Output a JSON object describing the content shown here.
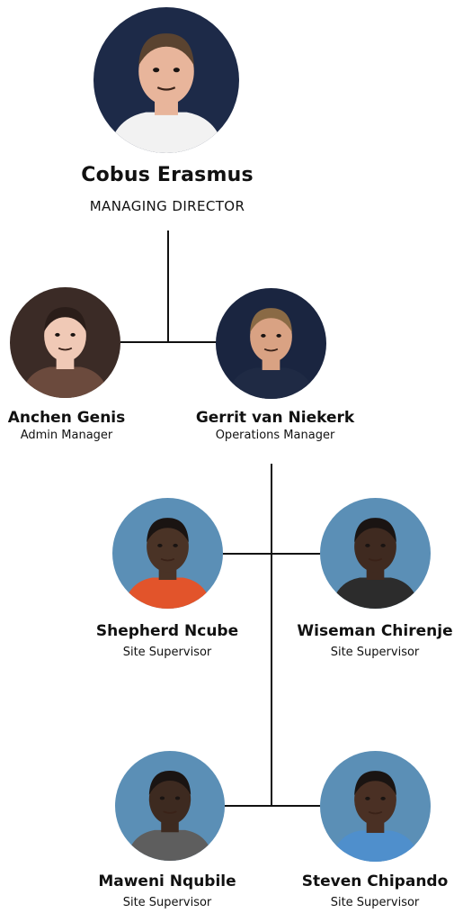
{
  "people": [
    {
      "id": "cobus",
      "name": "Cobus Erasmus",
      "title": "MANAGING DIRECTOR",
      "bg": "#1d2a48",
      "skin": "#e8b59b",
      "hair": "#5a4330",
      "shirt": "#f2f2f2"
    },
    {
      "id": "anchen",
      "name": "Anchen Genis",
      "title": "Admin Manager",
      "bg": "#3b2b26",
      "skin": "#f0c9b6",
      "hair": "#2a1d19",
      "shirt": "#6b4a3d"
    },
    {
      "id": "gerrit",
      "name": "Gerrit van Niekerk",
      "title": "Operations Manager",
      "bg": "#1a2540",
      "skin": "#d9a283",
      "hair": "#8a6a45",
      "shirt": "#1f2a44"
    },
    {
      "id": "shepherd",
      "name": "Shepherd Ncube",
      "title": "Site Supervisor",
      "bg": "#5b8fb6",
      "skin": "#4a3326",
      "hair": "#1a1412",
      "shirt": "#e2542b"
    },
    {
      "id": "wiseman",
      "name": "Wiseman Chirenje",
      "title": "Site Supervisor",
      "bg": "#5b8fb6",
      "skin": "#3f2a20",
      "hair": "#1a1412",
      "shirt": "#2c2c2c"
    },
    {
      "id": "maweni",
      "name": "Maweni Nqubile",
      "title": "Site Supervisor",
      "bg": "#5b8fb6",
      "skin": "#3d2a20",
      "hair": "#1a1412",
      "shirt": "#5e5e5e"
    },
    {
      "id": "steven",
      "name": "Steven Chipando",
      "title": "Site Supervisor",
      "bg": "#5b8fb6",
      "skin": "#4a3024",
      "hair": "#1a1412",
      "shirt": "#4f8fcc"
    }
  ]
}
